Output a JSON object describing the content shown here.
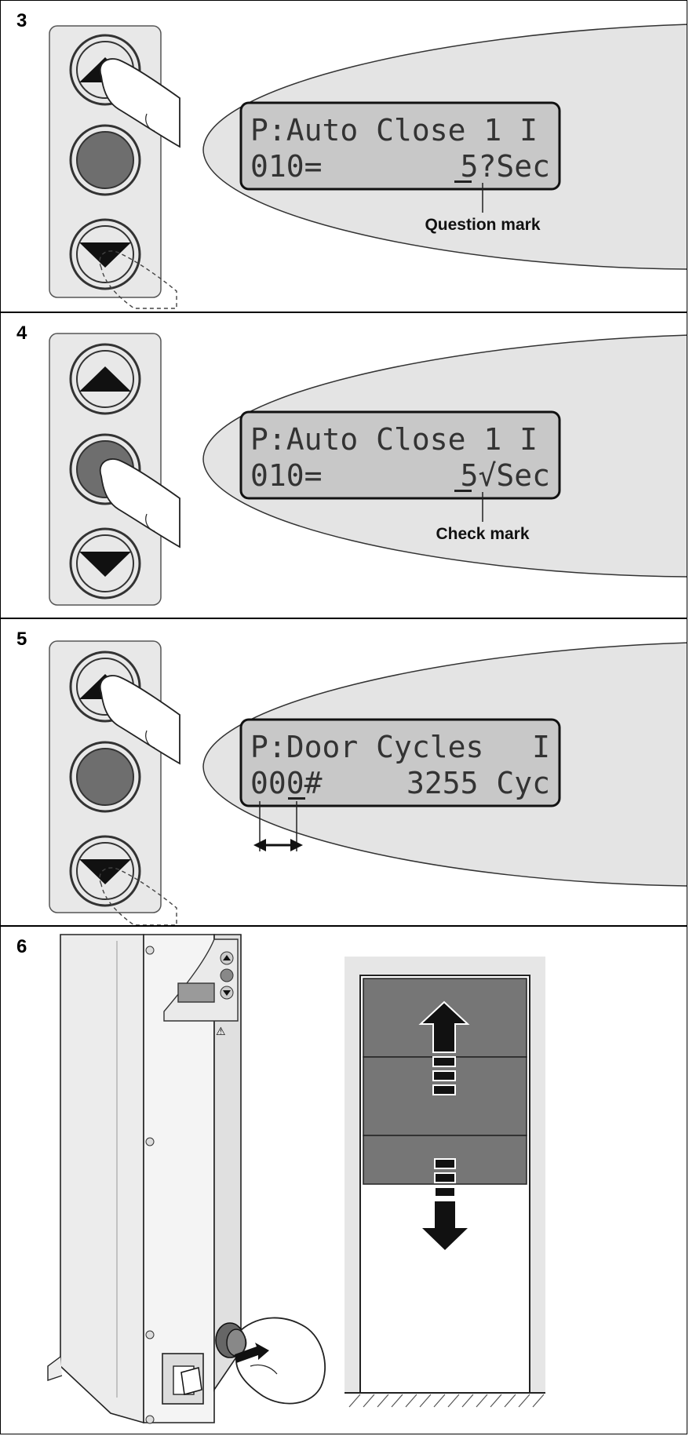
{
  "steps": [
    {
      "number": "3",
      "lcd": {
        "line1": "P:Auto Close 1 I",
        "line2_left": "010=",
        "line2_right": "5?Sec"
      },
      "callout": "Question mark"
    },
    {
      "number": "4",
      "lcd": {
        "line1": "P:Auto Close 1 I",
        "line2_left": "010=",
        "line2_right": "5√Sec"
      },
      "callout": "Check mark"
    },
    {
      "number": "5",
      "lcd": {
        "line1": "P:Door Cycles",
        "line1_right": "I",
        "line2_left": "000#",
        "line2_right": "3255 Cyc"
      }
    },
    {
      "number": "6"
    }
  ],
  "colors": {
    "lcd_bg": "#c8c8c8",
    "ellipse_bg": "#e4e4e4",
    "panel_bg": "#e8e8e8",
    "button_dark": "#6e6e6e",
    "door_panel": "#767676"
  }
}
